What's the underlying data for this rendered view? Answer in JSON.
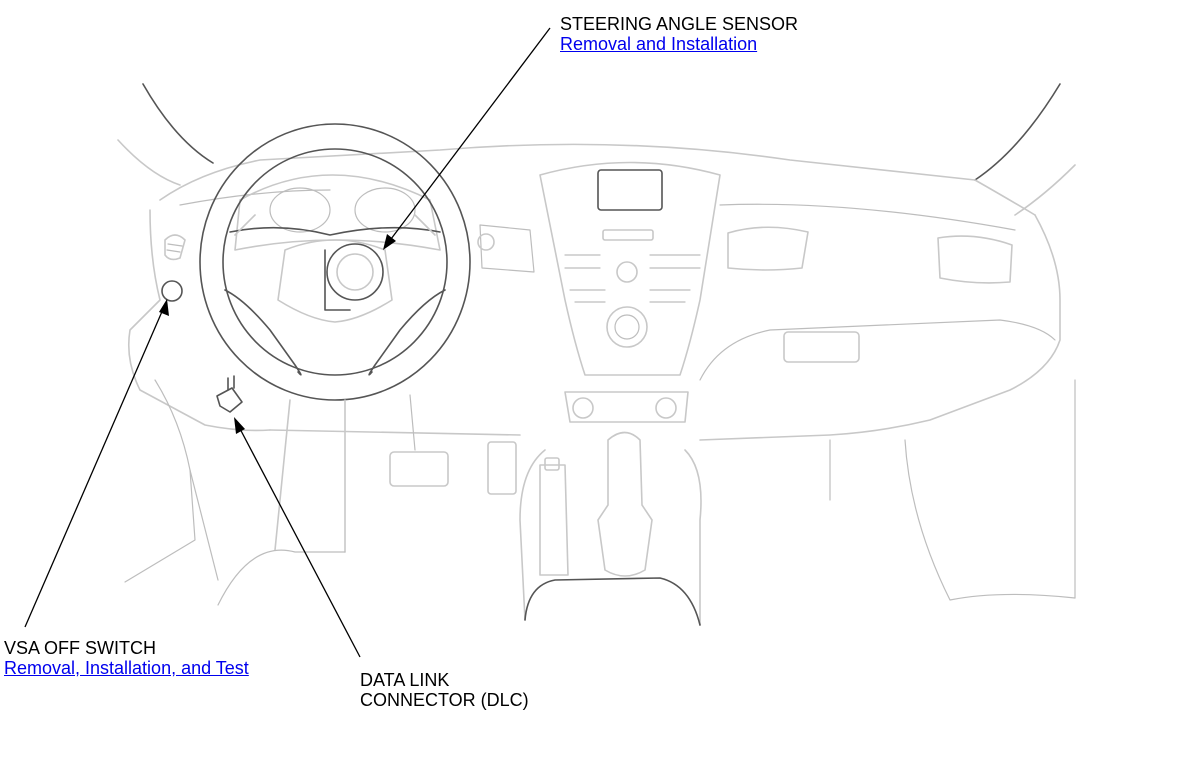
{
  "callouts": {
    "steering_angle_sensor": {
      "title": "STEERING ANGLE SENSOR",
      "link": "Removal and Installation"
    },
    "vsa_off_switch": {
      "title": "VSA OFF SWITCH",
      "link": "Removal, Installation, and Test"
    },
    "data_link_connector": {
      "title_line1": "DATA LINK",
      "title_line2": "CONNECTOR (DLC)"
    }
  },
  "colors": {
    "line_art": "#c8c8c8",
    "highlight": "#555555",
    "leader": "#000000",
    "link": "#0000ee"
  }
}
